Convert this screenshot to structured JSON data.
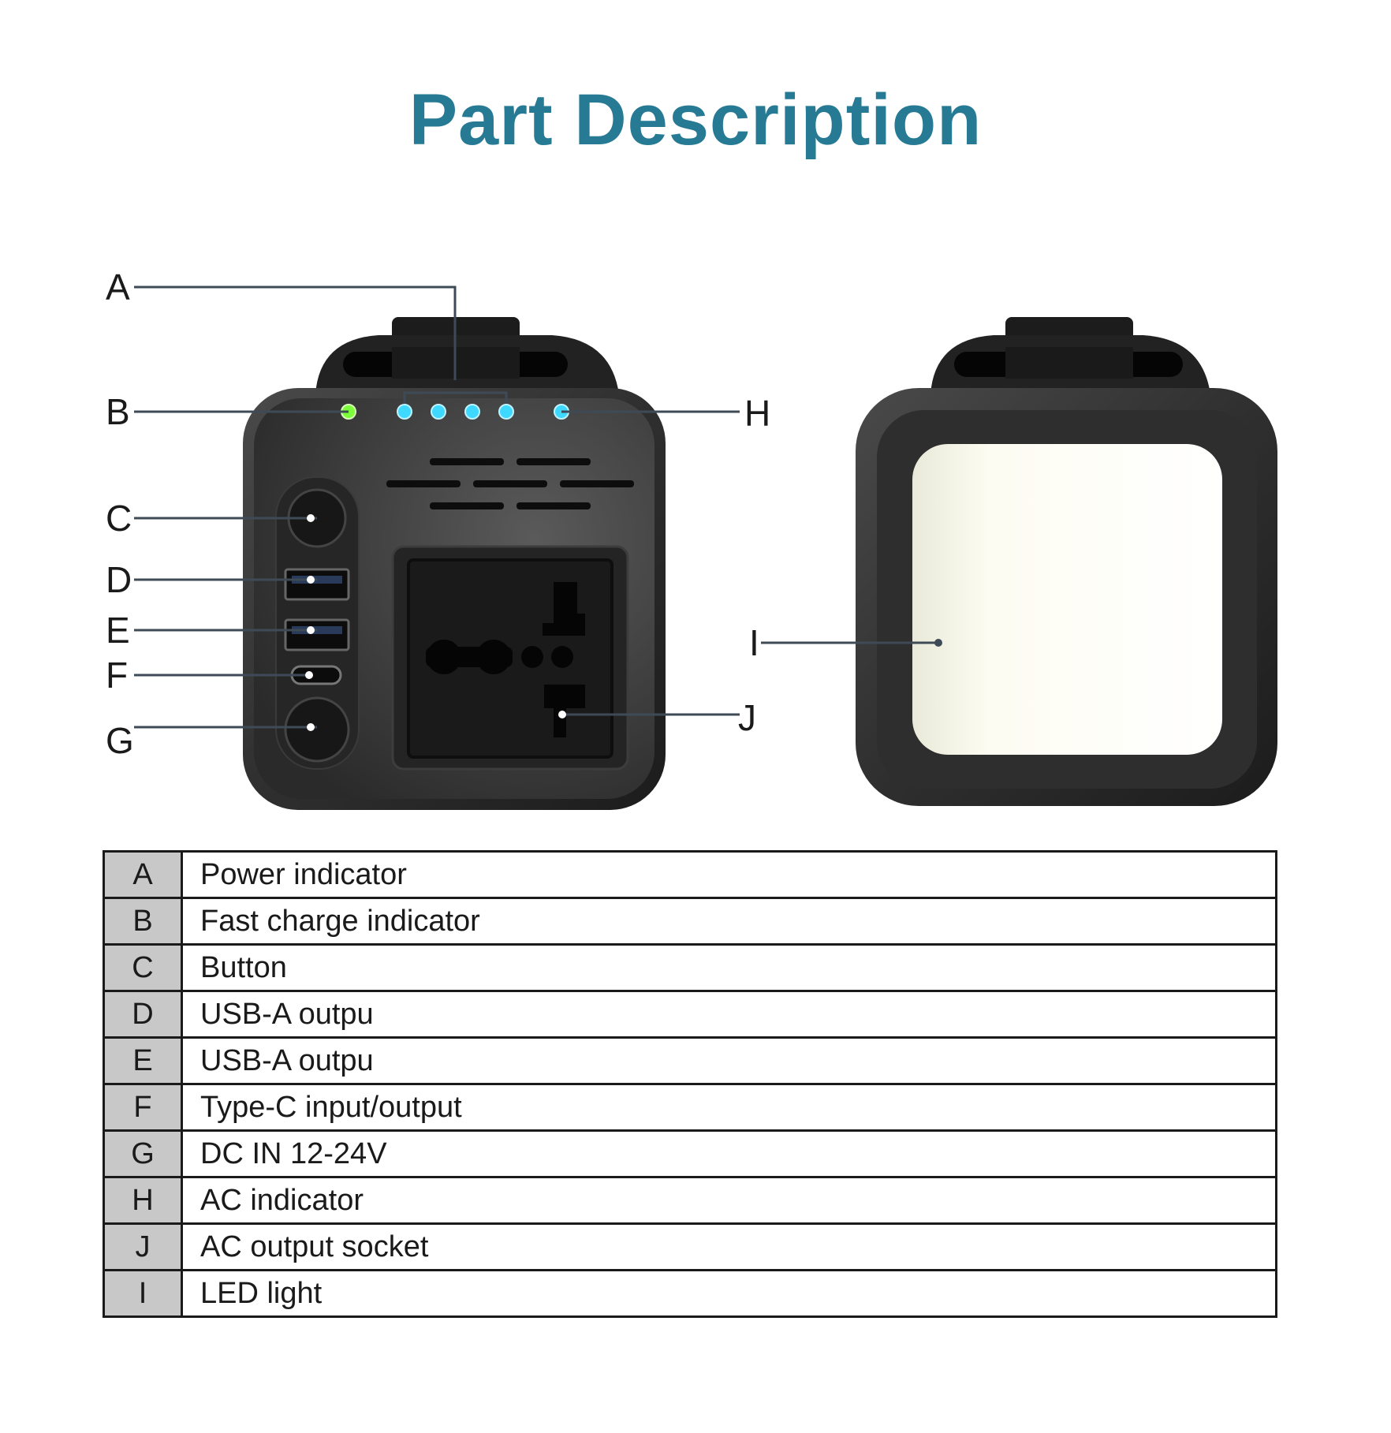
{
  "title": "Part Description",
  "colors": {
    "title": "#277a94",
    "device_body": "#2b2b2b",
    "callout_line": "#3e4b57",
    "led_green": "#7cff3a",
    "led_blue": "#3fd8ff",
    "led_panel": "#fbfaf3",
    "letter_cell": "#c8c8c8"
  },
  "callouts": [
    "A",
    "B",
    "C",
    "D",
    "E",
    "F",
    "G",
    "H",
    "I",
    "J"
  ],
  "parts": [
    {
      "letter": "A",
      "description": "Power indicator"
    },
    {
      "letter": "B",
      "description": "Fast charge indicator"
    },
    {
      "letter": "C",
      "description": "Button"
    },
    {
      "letter": "D",
      "description": "USB-A  outpu"
    },
    {
      "letter": "E",
      "description": "USB-A  outpu"
    },
    {
      "letter": "F",
      "description": "Type-C input/output"
    },
    {
      "letter": "G",
      "description": "DC IN 12-24V"
    },
    {
      "letter": "H",
      "description": "AC indicator"
    },
    {
      "letter": "J",
      "description": "AC output socket"
    },
    {
      "letter": "I",
      "description": "LED light"
    }
  ]
}
